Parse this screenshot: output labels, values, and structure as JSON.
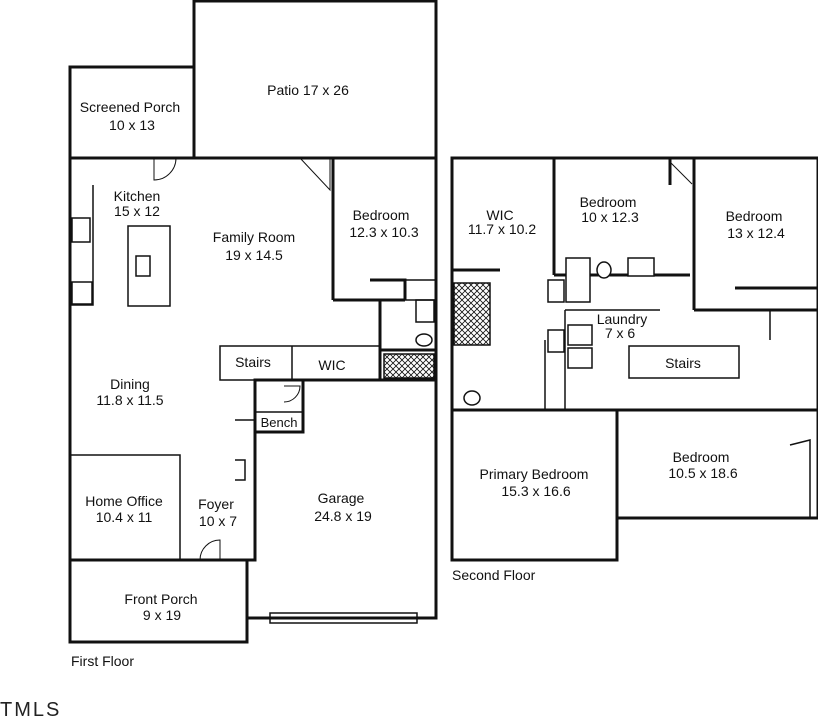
{
  "first_floor": {
    "label": "First Floor",
    "rooms": [
      {
        "id": "screened-porch",
        "name": "Screened Porch",
        "dims": "10 x 13"
      },
      {
        "id": "patio",
        "name": "Patio 17 x 26",
        "dims": ""
      },
      {
        "id": "kitchen",
        "name": "Kitchen",
        "dims": "15 x 12"
      },
      {
        "id": "family-room",
        "name": "Family Room",
        "dims": "19 x 14.5"
      },
      {
        "id": "bedroom-1",
        "name": "Bedroom",
        "dims": "12.3 x 10.3"
      },
      {
        "id": "stairs-1",
        "name": "Stairs",
        "dims": ""
      },
      {
        "id": "wic-1",
        "name": "WIC",
        "dims": ""
      },
      {
        "id": "dining",
        "name": "Dining",
        "dims": "11.8 x 11.5"
      },
      {
        "id": "bench",
        "name": "Bench",
        "dims": ""
      },
      {
        "id": "home-office",
        "name": "Home Office",
        "dims": "10.4 x 11"
      },
      {
        "id": "foyer",
        "name": "Foyer",
        "dims": "10 x 7"
      },
      {
        "id": "garage",
        "name": "Garage",
        "dims": "24.8 x 19"
      },
      {
        "id": "front-porch",
        "name": "Front Porch",
        "dims": "9 x 19"
      }
    ]
  },
  "second_floor": {
    "label": "Second Floor",
    "rooms": [
      {
        "id": "wic-2",
        "name": "WIC",
        "dims": "11.7 x 10.2"
      },
      {
        "id": "bedroom-2",
        "name": "Bedroom",
        "dims": "10 x 12.3"
      },
      {
        "id": "bedroom-3",
        "name": "Bedroom",
        "dims": "13 x 12.4"
      },
      {
        "id": "laundry",
        "name": "Laundry",
        "dims": "7 x 6"
      },
      {
        "id": "stairs-2",
        "name": "Stairs",
        "dims": ""
      },
      {
        "id": "primary-bedroom",
        "name": "Primary Bedroom",
        "dims": "15.3 x 16.6"
      },
      {
        "id": "bedroom-4",
        "name": "Bedroom",
        "dims": "10.5 x 18.6"
      }
    ]
  },
  "watermark": "TMLS"
}
